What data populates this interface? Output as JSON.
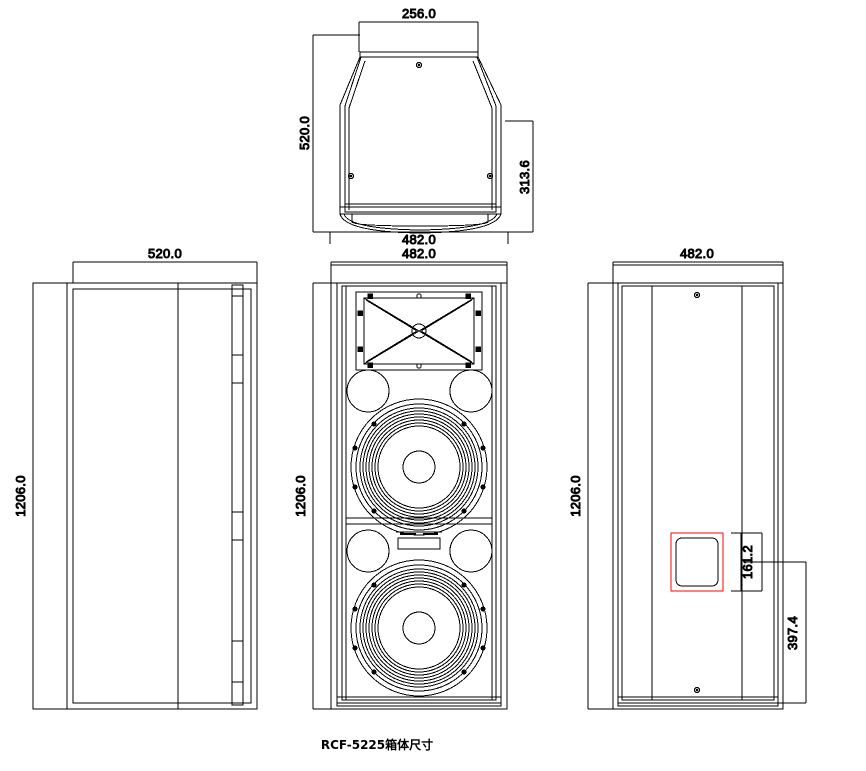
{
  "drawing": {
    "caption": "RCF-5225箱体尺寸",
    "line_color": "#000000",
    "highlight_color": "#ff0000",
    "background": "#ffffff"
  },
  "views": {
    "top": {
      "name": "top-view",
      "dimensions": {
        "top_width": "256.0",
        "height": "520.0",
        "bottom_width": "482.0",
        "side_height": "313.6"
      }
    },
    "left_side": {
      "name": "left-side-view",
      "dimensions": {
        "depth": "520.0",
        "height": "1206.0"
      }
    },
    "front": {
      "name": "front-view",
      "dimensions": {
        "width": "482.0",
        "height": "1206.0"
      }
    },
    "rear": {
      "name": "rear-view",
      "dimensions": {
        "width": "482.0",
        "height": "1206.0",
        "detail_height": "161.2",
        "detail_offset": "397.4"
      }
    }
  },
  "labels": {
    "top_width": "256.0",
    "top_height": "520.0",
    "top_bottom_width": "482.0",
    "top_side_height": "313.6",
    "left_depth": "520.0",
    "left_height": "1206.0",
    "front_width": "482.0",
    "front_height": "1206.0",
    "rear_width": "482.0",
    "rear_height": "1206.0",
    "rear_detail_height": "161.2",
    "rear_detail_offset": "397.4"
  }
}
